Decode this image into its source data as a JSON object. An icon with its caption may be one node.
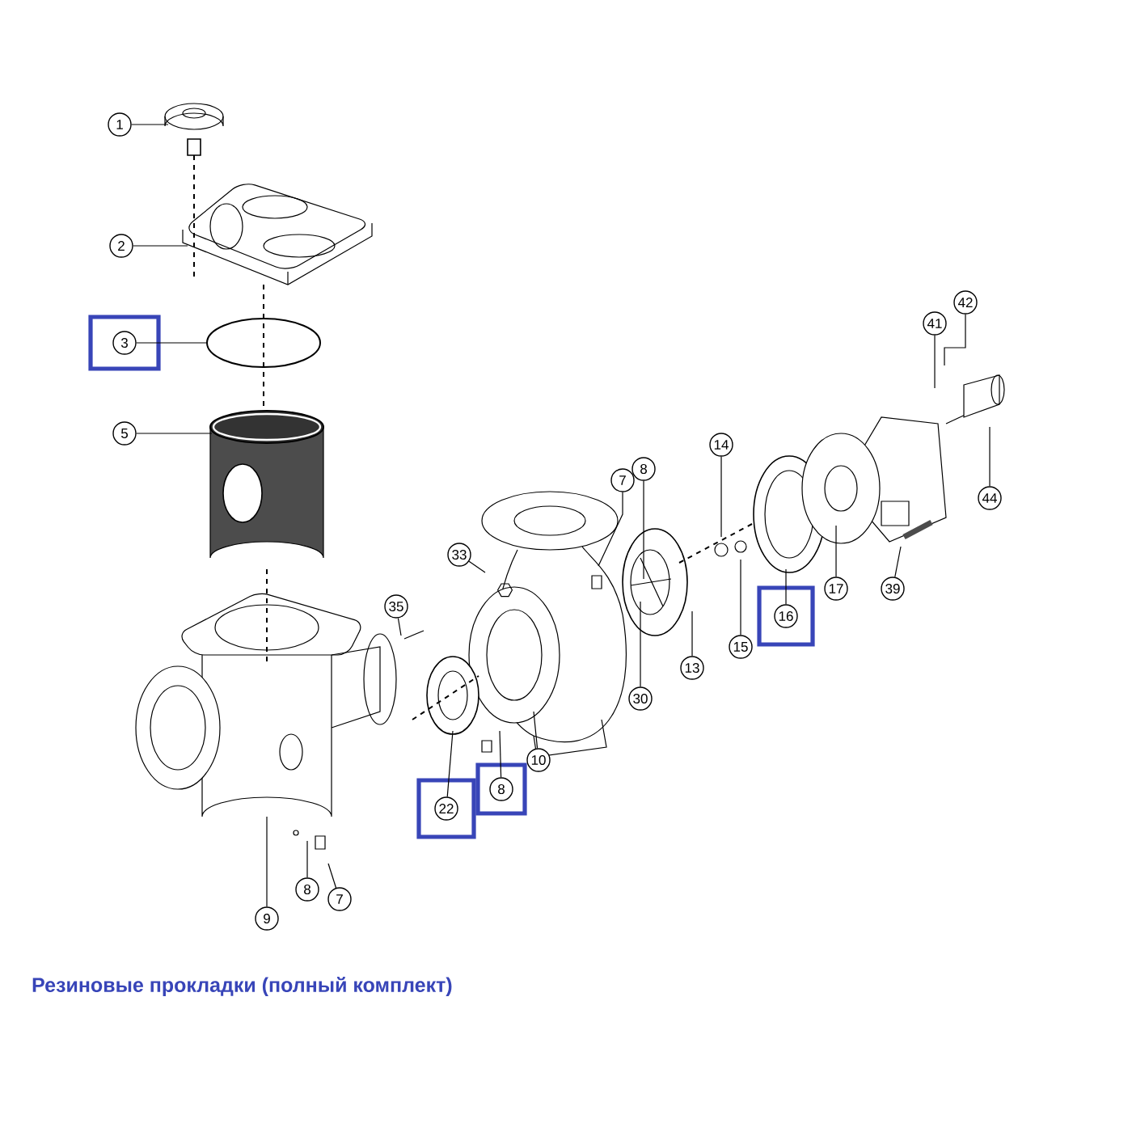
{
  "diagram": {
    "caption": "Резиновые прокладки (полный комплект)",
    "nodes": [
      {
        "text": [
          "1"
        ]
      },
      {
        "text": [
          "2"
        ]
      },
      {
        "text": [],
        "shape": "box"
      },
      {
        "text": [
          "3"
        ],
        "in": 2
      },
      {
        "text": [
          "5"
        ]
      },
      {
        "text": [
          "9"
        ]
      },
      {
        "text": [
          "8"
        ]
      },
      {
        "text": [
          "7"
        ]
      },
      {
        "text": [
          "35"
        ]
      },
      {
        "text": [
          "33"
        ]
      },
      {
        "text": [],
        "shape": "box"
      },
      {
        "text": [
          "22"
        ],
        "in": 10
      },
      {
        "text": [],
        "shape": "box"
      },
      {
        "text": [
          "8"
        ],
        "in": 12
      },
      {
        "text": [
          "10"
        ]
      },
      {
        "text": [
          "7"
        ]
      },
      {
        "text": [
          "8"
        ]
      },
      {
        "text": [
          "30"
        ]
      },
      {
        "text": [
          "13"
        ]
      },
      {
        "text": [
          "14"
        ]
      },
      {
        "text": [
          "15"
        ]
      },
      {
        "text": [],
        "shape": "box"
      },
      {
        "text": [
          "16"
        ],
        "in": 21
      },
      {
        "text": [
          "17"
        ]
      },
      {
        "text": [
          "39"
        ]
      },
      {
        "text": [
          "41"
        ]
      },
      {
        "text": [
          "42"
        ]
      },
      {
        "text": [
          "44"
        ]
      }
    ],
    "edges": [
      {
        "from": 0,
        "to": null,
        "arrow": "none"
      },
      {
        "from": 1,
        "to": null,
        "arrow": "none"
      },
      {
        "from": 3,
        "to": null,
        "arrow": "none"
      },
      {
        "from": 4,
        "to": null,
        "arrow": "none"
      },
      {
        "from": 5,
        "to": null,
        "arrow": "none"
      },
      {
        "from": 6,
        "to": null,
        "arrow": "none"
      },
      {
        "from": 7,
        "to": null,
        "arrow": "none"
      },
      {
        "from": 8,
        "to": null,
        "arrow": "none"
      },
      {
        "from": 9,
        "to": null,
        "arrow": "none"
      },
      {
        "from": 11,
        "to": null,
        "arrow": "none"
      },
      {
        "from": 13,
        "to": null,
        "arrow": "none"
      },
      {
        "from": 14,
        "to": null,
        "arrow": "none"
      },
      {
        "from": 15,
        "to": null,
        "arrow": "none"
      },
      {
        "from": 16,
        "to": null,
        "arrow": "none"
      },
      {
        "from": 17,
        "to": null,
        "arrow": "none"
      },
      {
        "from": 18,
        "to": null,
        "arrow": "none"
      },
      {
        "from": 19,
        "to": null,
        "arrow": "none"
      },
      {
        "from": 20,
        "to": null,
        "arrow": "none"
      },
      {
        "from": 22,
        "to": null,
        "arrow": "none"
      },
      {
        "from": 23,
        "to": null,
        "arrow": "none"
      },
      {
        "from": 24,
        "to": null,
        "arrow": "none"
      },
      {
        "from": 25,
        "to": null,
        "arrow": "none"
      },
      {
        "from": 26,
        "to": null,
        "arrow": "none"
      },
      {
        "from": 27,
        "to": null,
        "arrow": "none"
      }
    ]
  }
}
